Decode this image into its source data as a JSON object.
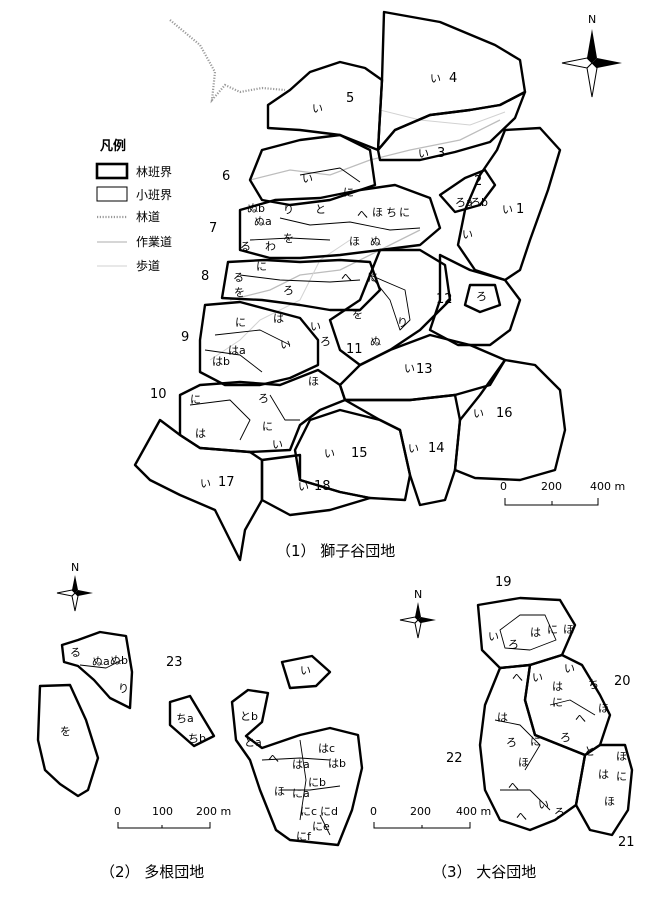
{
  "legend": {
    "title": "凡例",
    "items": [
      "林班界",
      "小班界",
      "林道",
      "作業道",
      "歩道"
    ]
  },
  "compass_letter": "N",
  "areas": {
    "shishigatani": {
      "caption": "（1） 獅子谷団地",
      "stand_numbers": [
        "1",
        "2",
        "3",
        "4",
        "5",
        "6",
        "7",
        "8",
        "9",
        "10",
        "11",
        "12",
        "13",
        "14",
        "15",
        "16",
        "17",
        "18"
      ],
      "scale": {
        "ticks": [
          "0",
          "200",
          "400 m"
        ]
      }
    },
    "tane": {
      "caption": "（2） 多根団地",
      "stand_numbers": [
        "23"
      ],
      "scale": {
        "ticks": [
          "0",
          "100",
          "200 m"
        ]
      }
    },
    "otani": {
      "caption": "（3） 大谷団地",
      "stand_numbers": [
        "19",
        "20",
        "21",
        "22"
      ],
      "scale": {
        "ticks": [
          "0",
          "200",
          "400 m"
        ]
      }
    }
  },
  "subcompartment_labels": [
    "い",
    "ろ",
    "は",
    "に",
    "ほ",
    "へ",
    "と",
    "ち",
    "り",
    "ぬ",
    "る",
    "を",
    "わ",
    "ぬa",
    "ぬb",
    "はa",
    "はb",
    "ろa",
    "ろb",
    "ちa",
    "ちb",
    "とa",
    "とb",
    "にa",
    "にb",
    "にc",
    "にd",
    "にe",
    "にf",
    "はc"
  ]
}
